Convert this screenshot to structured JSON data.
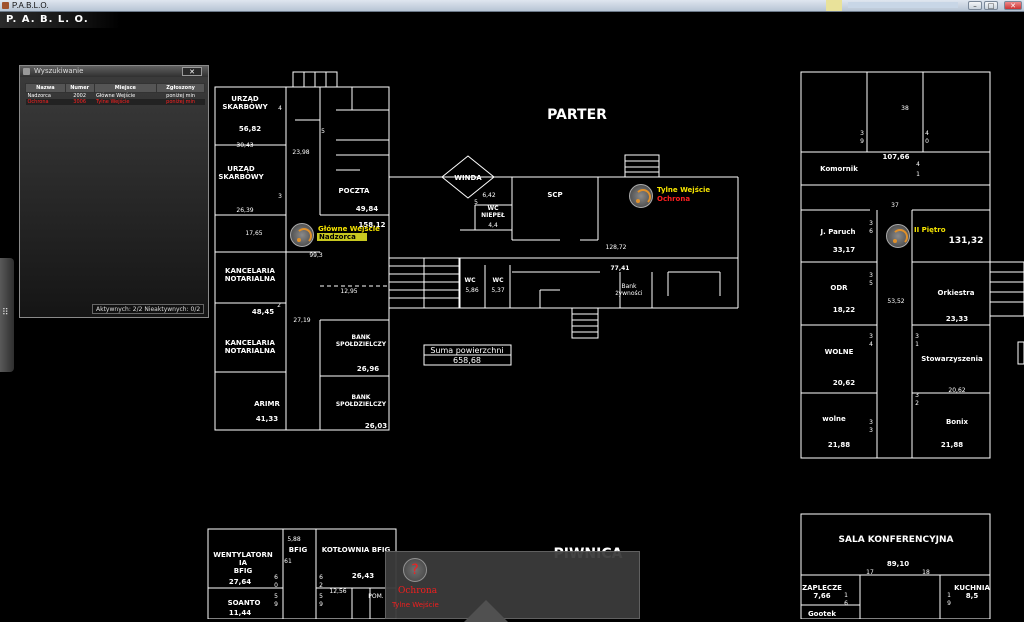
{
  "window": {
    "title": "P.A.B.L.O.",
    "minimize": "–",
    "maximize": "□",
    "close": "✕"
  },
  "brand": "P. A. B. L. O.",
  "search_panel": {
    "title": "Wyszukiwanie",
    "close": "✕",
    "columns": [
      "Nazwa",
      "Numer",
      "Miejsce",
      "Zgłoszony"
    ],
    "rows": [
      {
        "name": "Nadzorca",
        "number": "2002",
        "place": "Główne Wejście",
        "reported": "poniżej min"
      },
      {
        "name": "Ochrona",
        "number": "3006",
        "place": "Tylne Wejście",
        "reported": "poniżej min"
      }
    ],
    "footer": "Aktywnych: 2/2     Nieaktywnych: 0/2"
  },
  "floors": {
    "ground": "PARTER",
    "basement": "PIWNICA"
  },
  "area_summary": {
    "label": "Suma powierzchni",
    "value": "658,68"
  },
  "sensors": [
    {
      "place": "Główne Wejście",
      "person": "Nadzorca"
    },
    {
      "place": "Tylne Wejście",
      "person": "Ochrona"
    },
    {
      "place": "II Piętro",
      "person": ""
    }
  ],
  "popup": {
    "name": "Ochrona",
    "place": "Tylne Wejście",
    "icon": "?"
  },
  "sidetab": {
    "icon": "⠿"
  },
  "rooms_left": {
    "urzad1": "URZĄD\nSKARBOWY",
    "urzad1_area": "56,82",
    "a3043": "30,43",
    "urzad2": "URZĄD\nSKARBOWY",
    "a2639": "26,39",
    "a2398": "23,98",
    "a4": "4",
    "a5": "5",
    "a3": "3",
    "poczta": "POCZTA",
    "poczta_area": "49,84",
    "a15812": "158,12",
    "a1765": "17,65",
    "a993": "99,3",
    "kanc1": "KANCELARIA\nNOTARIALNA",
    "kanc1_area": "48,45",
    "a2": "2",
    "a1295": "12,95",
    "a2719": "27,19",
    "kanc2": "KANCELARIA\nNOTARIALNA",
    "bank1": "BANK\nSPOŁDZIELCZY",
    "bank1_area": "26,96",
    "arimr": "ARIMR",
    "arimr_area": "41,33",
    "bank2": "BANK\nSPOŁDZIELCZY",
    "bank2_area": "26,03"
  },
  "rooms_mid": {
    "winda": "WINDA",
    "a642": "6,42",
    "a5b": "5",
    "wcn": "WC\nNIEPEŁ",
    "wcn_area": "4,4",
    "scp": "SCP",
    "a12872": "128,72",
    "wc1": "WC",
    "wc1_area": "5,86",
    "wc2": "WC",
    "wc2_area": "5,37",
    "a7741": "77,41",
    "bank_z": "Bank\nżywności"
  },
  "rooms_right": {
    "a38": "38",
    "n3": "3",
    "n9": "9",
    "n4": "4",
    "n0": "0",
    "a10766": "107,66",
    "komornik": "Komornik",
    "n4b": "4",
    "n1": "1",
    "a37": "37",
    "paruch": "J. Paruch",
    "paruch_area": "33,17",
    "n3b": "3",
    "n6": "6",
    "a13132": "131,32",
    "odr": "ODR",
    "odr_area": "18,22",
    "n3c": "3",
    "n5": "5",
    "a5352": "53,52",
    "orkiestra": "Orkiestra",
    "orkiestra_area": "23,33",
    "wolne1": "WOLNE",
    "wolne1_area": "20,62",
    "n3d": "3",
    "n4c": "4",
    "n3e": "3",
    "n1b": "1",
    "stow": "Stowarzyszenia",
    "stow_area": "20,62",
    "wolne2": "wolne",
    "wolne2_area": "21,88",
    "n3f": "3",
    "n3g": "3",
    "n3h": "3",
    "n2": "2",
    "bonix": "Bonix",
    "bonix_area": "21,88"
  },
  "rooms_bottom": {
    "went": "WENTYLATORN\nIA\nBFIG",
    "went_area": "27,64",
    "bfig": "BFIG",
    "a588": "5,88",
    "a61": "61",
    "kotl": "KOTŁOWNIA BFIG",
    "kotl_area": "26,43",
    "n6": "6",
    "n0": "0",
    "n6b": "6",
    "n2": "2",
    "soanto": "SOANTO",
    "soanto_area": "11,44",
    "n5": "5",
    "n9": "9",
    "a1256": "12,56",
    "pom": "POM.",
    "n5b": "5",
    "n9b": "9",
    "sala": "SALA KONFERENCYJNA",
    "n17": "17",
    "a8910": "89,10",
    "n18": "18",
    "zaplecze": "ZAPLECZE",
    "zaplecze_area": "7,66",
    "n1": "1",
    "n6c": "6",
    "kuchnia": "KUCHNIA",
    "kuchnia_area": "8,5",
    "n1b": "1",
    "n9c": "9",
    "gootek": "Gootek"
  },
  "colors": {
    "background": "#000000",
    "walls": "#ffffff",
    "alarm": "#ff2020",
    "sensor_label": "#f5e400",
    "highlight": "#c8c820"
  }
}
